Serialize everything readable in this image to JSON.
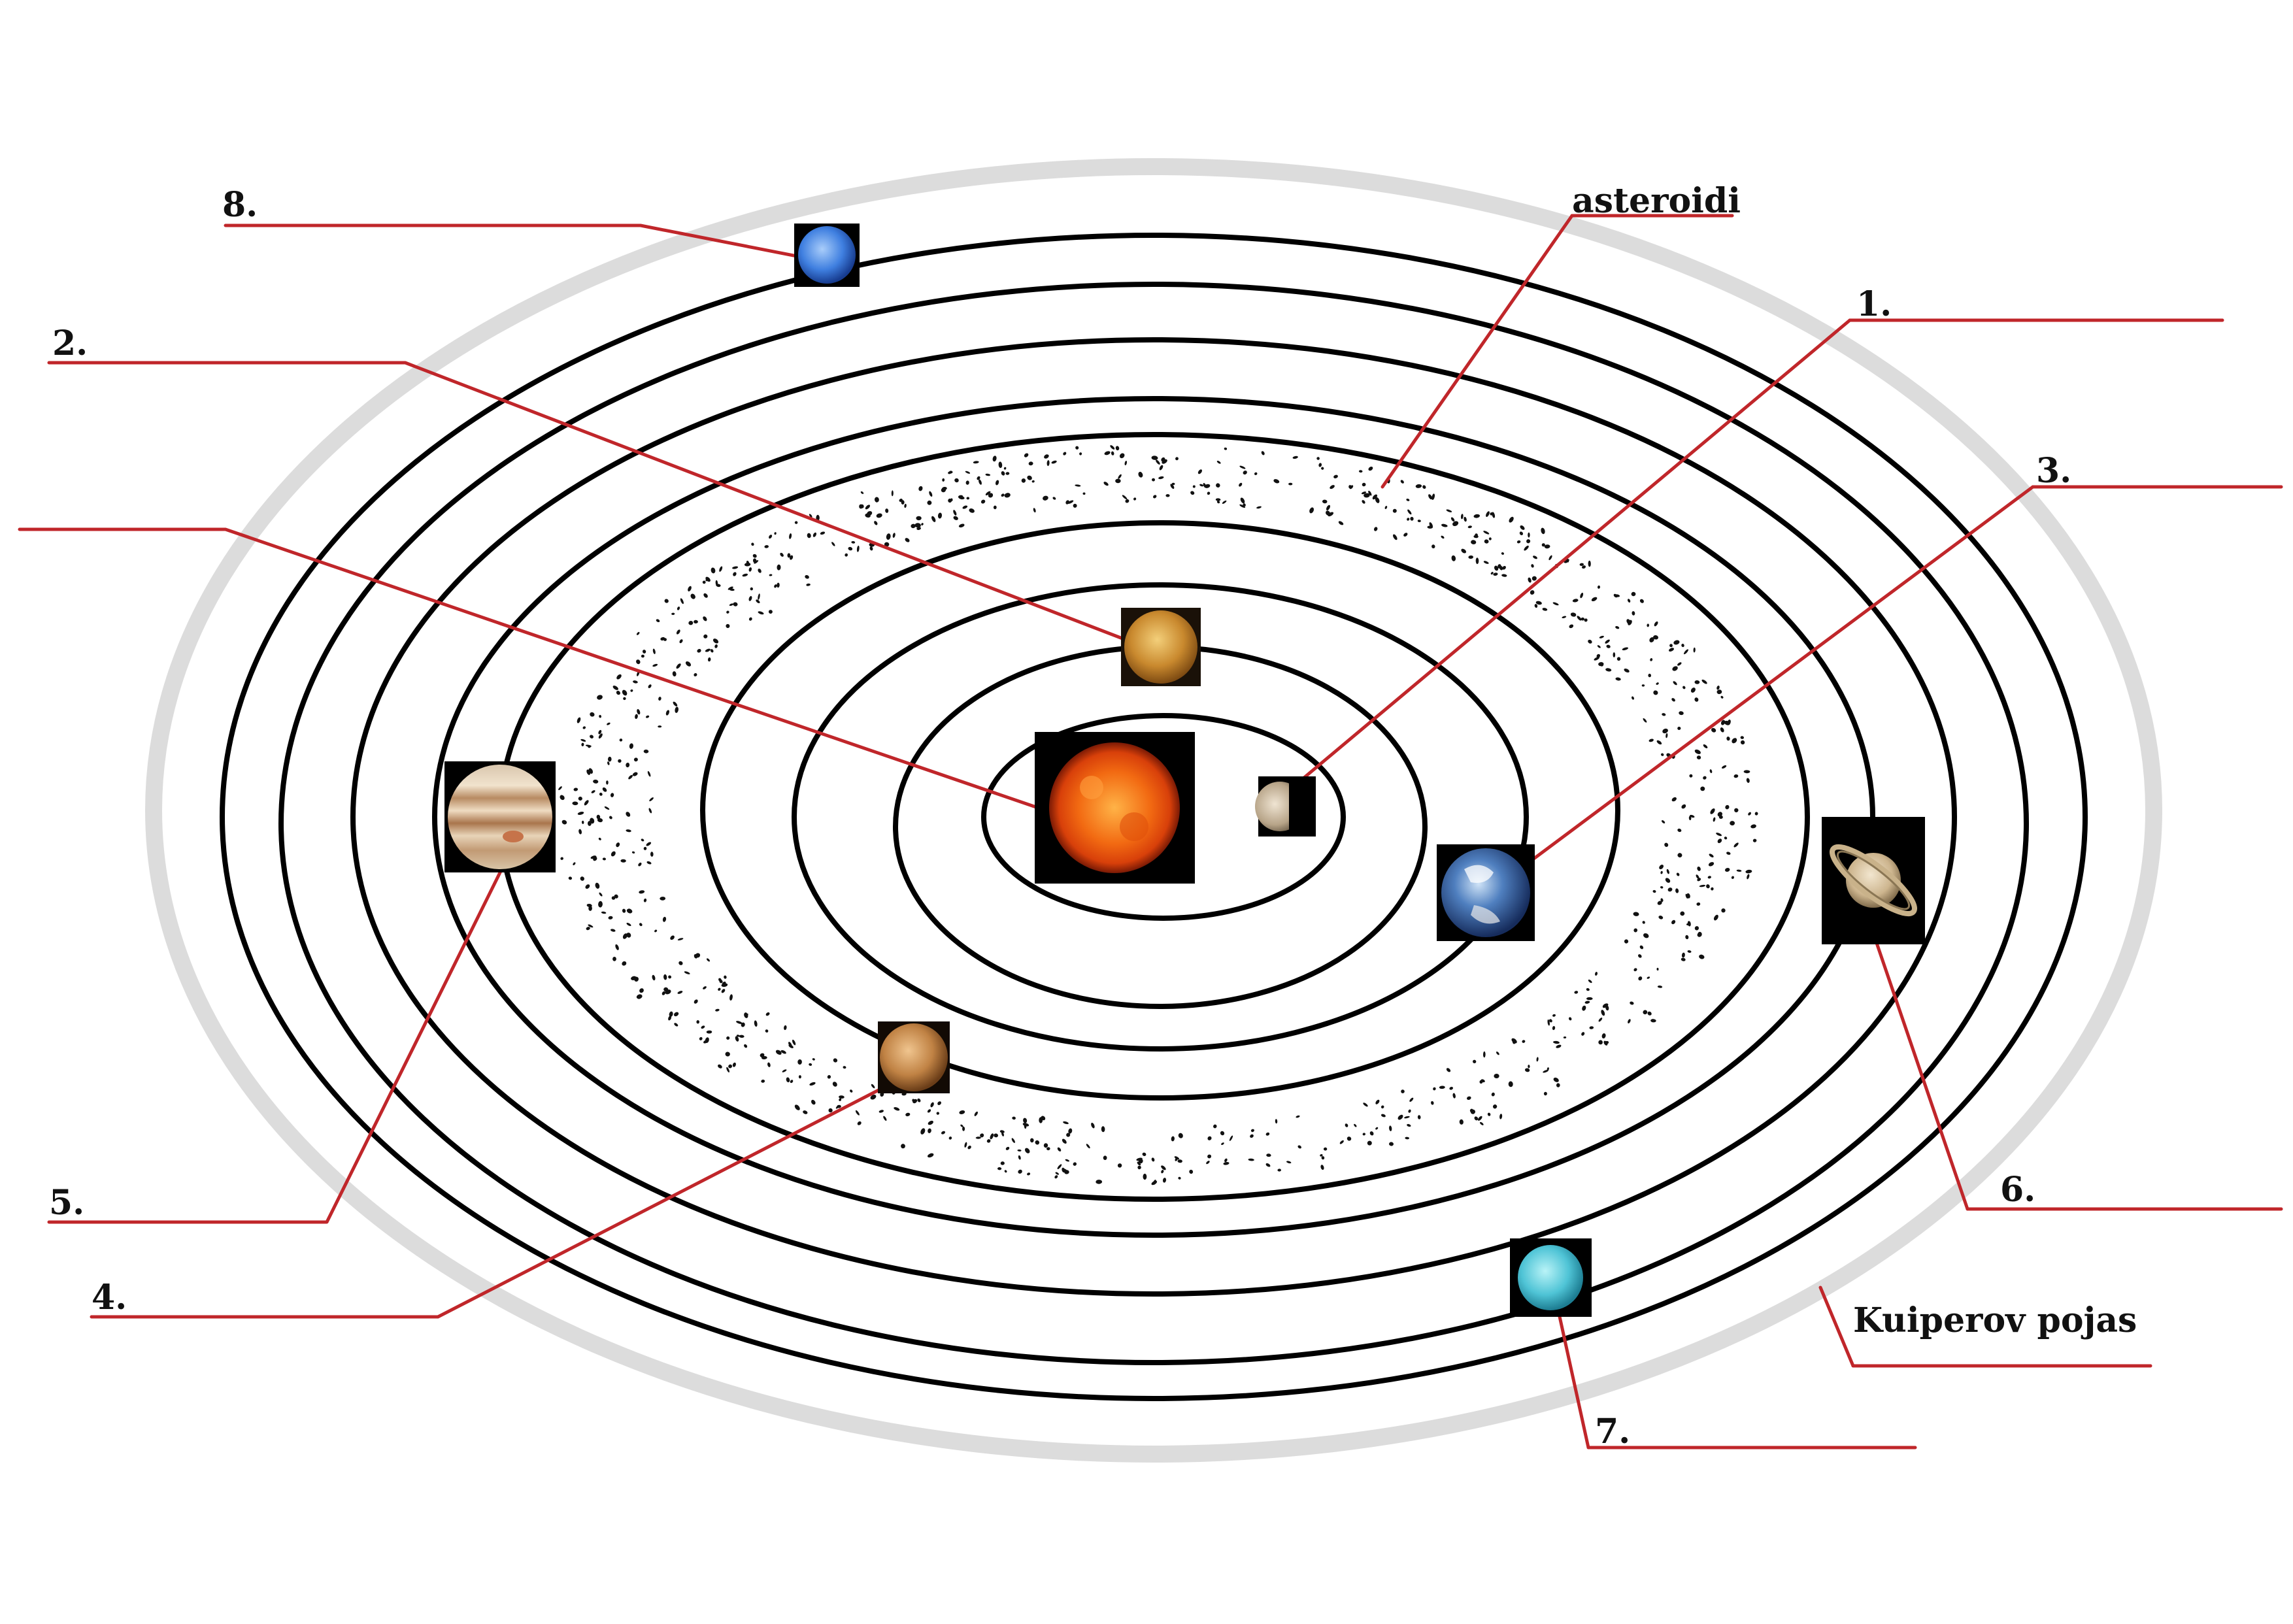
{
  "labels": {
    "n1": "1.",
    "n2": "2.",
    "n3": "3.",
    "n4": "4.",
    "n5": "5.",
    "n6": "6.",
    "n7": "7.",
    "n8": "8.",
    "asteroids": "asteroidi",
    "kuiper": "Kuiperov pojas"
  },
  "colors": {
    "leader_line": "#c0262a",
    "orbit": "#000000",
    "kuiper_ring": "#dcdcdc"
  },
  "icons": {
    "sun": "sun-icon",
    "mercury": "mercury-icon",
    "venus": "venus-icon",
    "earth": "earth-icon",
    "mars": "mars-icon",
    "jupiter": "jupiter-icon",
    "saturn": "saturn-icon",
    "uranus": "uranus-icon",
    "neptune": "neptune-icon"
  }
}
